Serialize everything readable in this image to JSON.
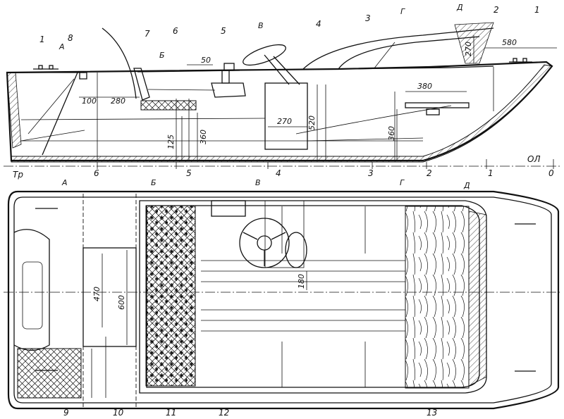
{
  "part_labels": [
    "1",
    "2",
    "3",
    "4",
    "5",
    "6",
    "7",
    "8",
    "9",
    "10",
    "11",
    "12",
    "13"
  ],
  "station_labels": [
    "Тр",
    "6",
    "5",
    "4",
    "3",
    "2",
    "1",
    "0"
  ],
  "waterline_label": "ОЛ",
  "section_letters": [
    "А",
    "Б",
    "В",
    "Г",
    "Д"
  ],
  "dimensions": {
    "d100": "100",
    "d280": "280",
    "d50": "50",
    "d125": "125",
    "d360a": "360",
    "d270a": "270",
    "d520": "520",
    "d380": "380",
    "d360b": "360",
    "d270b": "270",
    "d580": "580",
    "d470": "470",
    "d600": "600",
    "d180": "180"
  }
}
